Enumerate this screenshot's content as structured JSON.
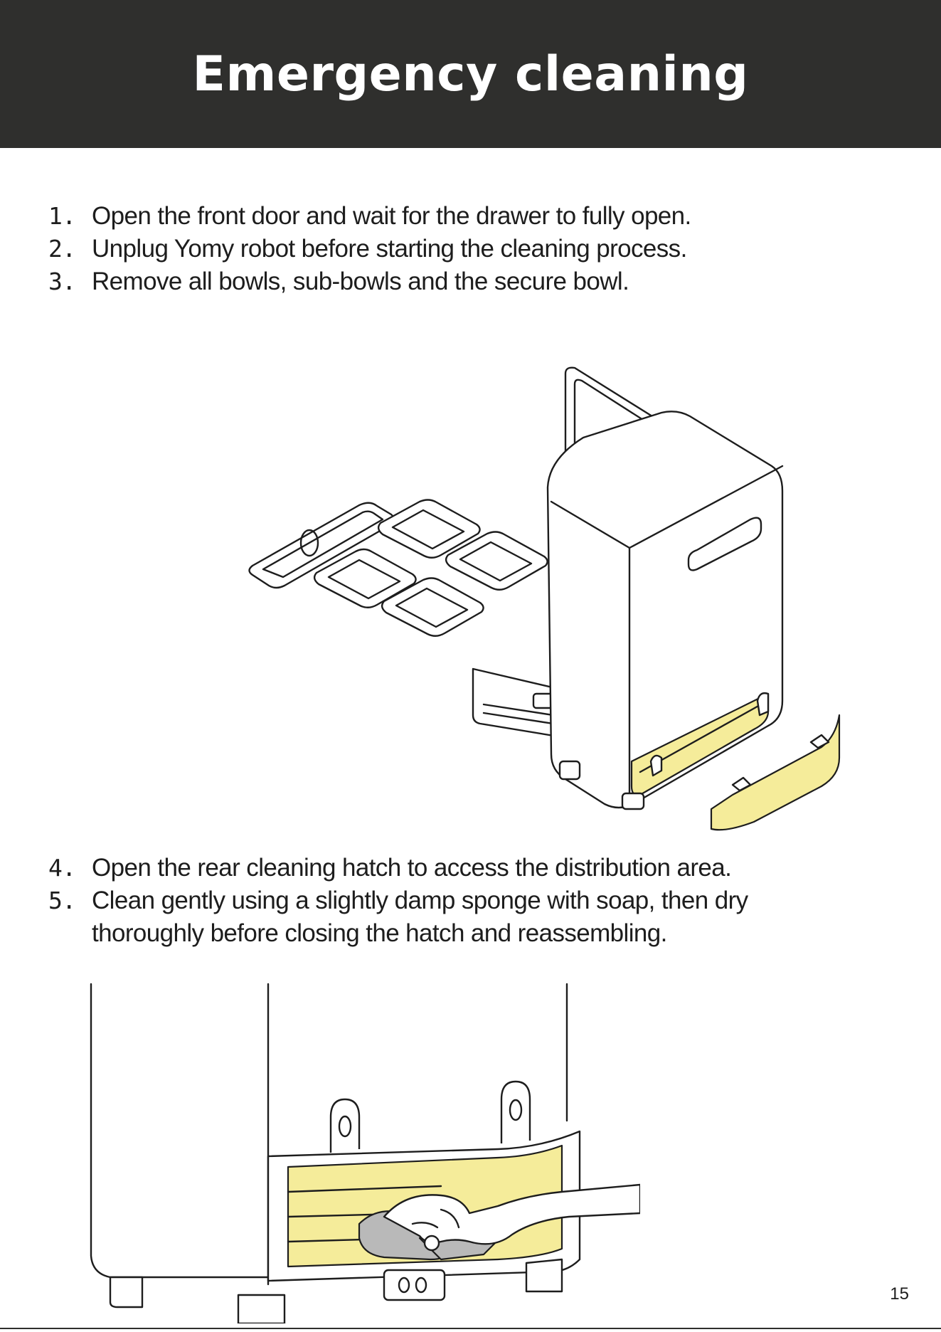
{
  "header": {
    "title": "Emergency cleaning"
  },
  "steps_top": [
    {
      "number": "1.",
      "text": "Open the front door and wait for the drawer to fully open."
    },
    {
      "number": "2.",
      "text": "Unplug Yomy robot before starting the cleaning process."
    },
    {
      "number": "3.",
      "text": "Remove all bowls, sub-bowls and the secure bowl."
    }
  ],
  "steps_bottom": [
    {
      "number": "4.",
      "text": "Open the rear cleaning hatch to access the distribution area."
    },
    {
      "number": "5.",
      "text": "Clean gently using a slightly damp sponge with soap, then dry thoroughly before closing the hatch and reassembling."
    }
  ],
  "footer": {
    "page_number": "15"
  },
  "colors": {
    "header_bg": "#2f2f2d",
    "highlight": "#f5ec9a",
    "sponge": "#b9b9b9"
  },
  "figures": {
    "top_icon": "robot-with-bowls-and-rear-hatch-illustration",
    "bottom_icon": "hand-cleaning-distribution-area-illustration"
  }
}
